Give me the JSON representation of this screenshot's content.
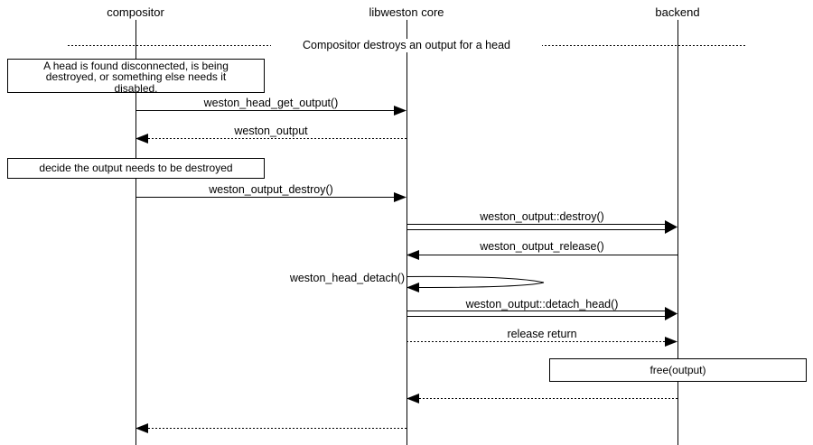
{
  "diagram": {
    "title_hint": "Sequence diagram: compositor destroys an output for a head (libweston)",
    "colors": {
      "line": "#000000",
      "background": "#ffffff",
      "text": "#000000"
    },
    "participants": {
      "compositor": {
        "label": "compositor"
      },
      "libweston": {
        "label": "libweston core"
      },
      "backend": {
        "label": "backend"
      }
    },
    "divider": {
      "label": "Compositor destroys an output for a head",
      "style": "dotted"
    },
    "notes": {
      "head_disconnected": {
        "line1": "A head is found disconnected, is being",
        "line2": "destroyed, or something else needs it",
        "line3": "disabled.",
        "on": "compositor"
      },
      "decide": {
        "text": "decide the output needs to be destroyed",
        "on": "compositor"
      },
      "free_output": {
        "text": "free(output)",
        "on": "backend"
      }
    },
    "messages": {
      "head_get_output": {
        "label": "weston_head_get_output()",
        "from": "compositor",
        "to": "libweston core",
        "style": "solid-call"
      },
      "weston_output": {
        "label": "weston_output",
        "from": "libweston core",
        "to": "compositor",
        "style": "dotted-return"
      },
      "output_destroy": {
        "label": "weston_output_destroy()",
        "from": "compositor",
        "to": "libweston core",
        "style": "solid-call"
      },
      "output_destroy_vfunc": {
        "label": "weston_output::destroy()",
        "from": "libweston core",
        "to": "backend",
        "style": "double-call"
      },
      "output_release": {
        "label": "weston_output_release()",
        "from": "backend",
        "to": "libweston core",
        "style": "solid-call"
      },
      "head_detach": {
        "label": "weston_head_detach()",
        "from": "libweston core",
        "to": "libweston core",
        "style": "self-call"
      },
      "detach_head_vfunc": {
        "label": "weston_output::detach_head()",
        "from": "libweston core",
        "to": "backend",
        "style": "double-call"
      },
      "release_return": {
        "label": "release return",
        "from": "libweston core",
        "to": "backend",
        "style": "dotted-return"
      }
    },
    "unlabeled_returns": [
      {
        "from": "backend",
        "to": "libweston core",
        "style": "dotted-return"
      },
      {
        "from": "libweston core",
        "to": "compositor",
        "style": "dotted-return"
      }
    ]
  }
}
